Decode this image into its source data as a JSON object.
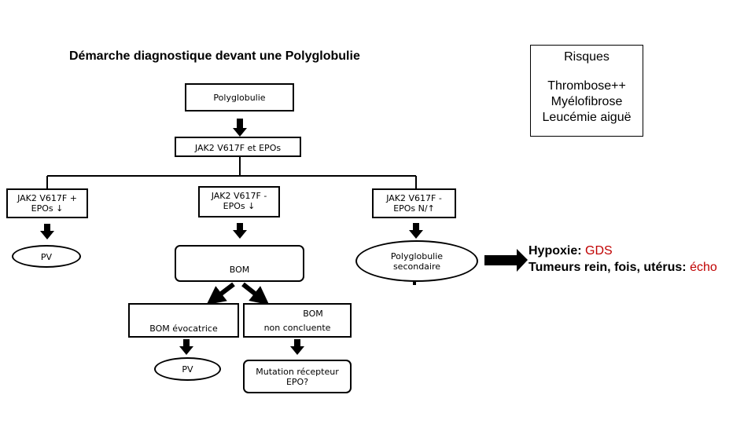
{
  "title": "Démarche diagnostique devant une Polyglobulie",
  "risks": {
    "heading": "Risques",
    "items": [
      "Thrombose++",
      "Myélofibrose",
      "Leucémie aiguë"
    ]
  },
  "nodes": {
    "polyglobulie": "Polyglobulie",
    "jak2_test": "JAK2 V617F et EPOs",
    "left_branch": [
      "JAK2 V617F +",
      "EPOs ↓"
    ],
    "mid_branch": [
      "JAK2 V617F -",
      "EPOs ↓"
    ],
    "right_branch": [
      "JAK2 V617F -",
      "EPOs N/↑"
    ],
    "pv_left": "PV",
    "bom": "BOM",
    "secondaire": [
      "Polyglobulie",
      "secondaire"
    ],
    "bom_evocatrice": "BOM évocatrice",
    "bom_non_concluente": [
      "BOM",
      "non concluente"
    ],
    "pv_bottom": "PV",
    "mutation": [
      "Mutation récepteur",
      "EPO?"
    ]
  },
  "causes": {
    "hypoxie_label": "Hypoxie: ",
    "hypoxie_test": "GDS",
    "tumeurs_label": "Tumeurs rein, fois, utérus: ",
    "tumeurs_test": "écho"
  },
  "colors": {
    "accent": "#c00000"
  }
}
